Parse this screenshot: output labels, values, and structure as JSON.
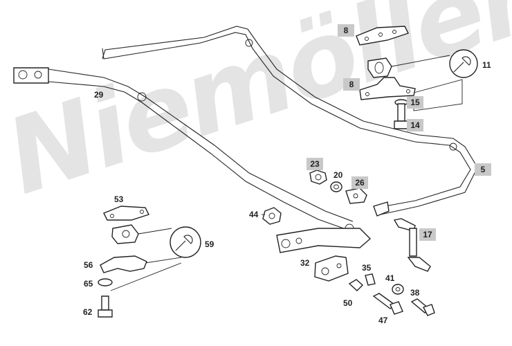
{
  "watermark": "Niemöller",
  "callouts": {
    "c8a": "8",
    "c11": "11",
    "c8b": "8",
    "c15": "15",
    "c14": "14",
    "c29": "29",
    "c23": "23",
    "c20": "20",
    "c26": "26",
    "c5": "5",
    "c53": "53",
    "c44": "44",
    "c17": "17",
    "c59": "59",
    "c56": "56",
    "c32": "32",
    "c35": "35",
    "c41": "41",
    "c65": "65",
    "c38": "38",
    "c50": "50",
    "c62": "62",
    "c47": "47"
  },
  "icons": {
    "wrench_a": "wrench-icon",
    "wrench_b": "wrench-icon"
  }
}
